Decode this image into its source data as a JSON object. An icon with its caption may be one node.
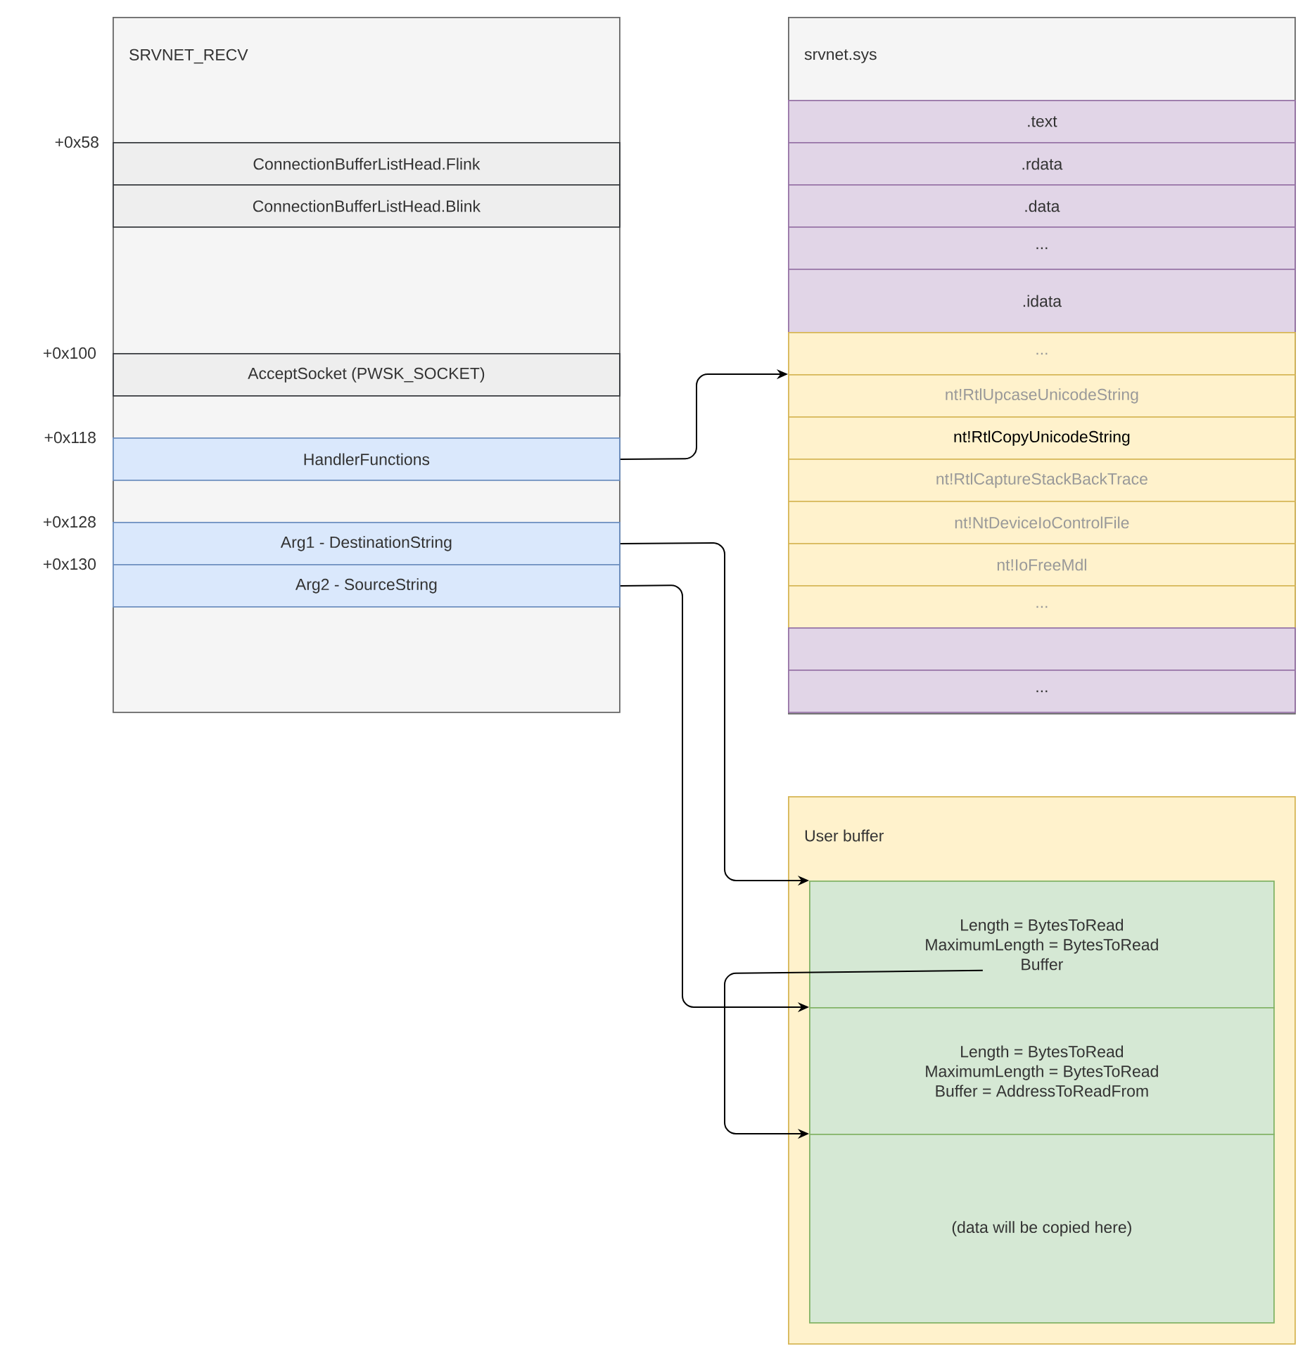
{
  "diagram": {
    "nodes": [
      {
        "text": [
          "SRVNET_RECV"
        ]
      },
      {
        "text": [
          "ConnectionBufferListHead.Flink"
        ],
        "in": 0
      },
      {
        "text": [
          "ConnectionBufferListHead.Blink"
        ],
        "in": 0
      },
      {
        "text": [
          "AcceptSocket (PWSK_SOCKET)"
        ],
        "in": 0
      },
      {
        "text": [
          "HandlerFunctions"
        ],
        "in": 0
      },
      {
        "text": [
          "Arg1 - DestinationString"
        ],
        "in": 0
      },
      {
        "text": [
          "Arg2 - SourceString"
        ],
        "in": 0
      },
      {
        "text": [
          "srvnet.sys"
        ]
      },
      {
        "text": [
          ".text"
        ],
        "in": 7
      },
      {
        "text": [
          ".rdata"
        ],
        "in": 7
      },
      {
        "text": [
          ".data"
        ],
        "in": 7
      },
      {
        "text": [
          "..."
        ],
        "in": 7
      },
      {
        "text": [
          ".idata"
        ],
        "in": 7
      },
      {
        "text": [
          "..."
        ],
        "in": 7
      },
      {
        "text": [
          "nt!RtlUpcaseUnicodeString"
        ],
        "in": 7
      },
      {
        "text": [
          "nt!RtlCopyUnicodeString"
        ],
        "in": 7
      },
      {
        "text": [
          "nt!RtlCaptureStackBackTrace"
        ],
        "in": 7
      },
      {
        "text": [
          "nt!NtDeviceIoControlFile"
        ],
        "in": 7
      },
      {
        "text": [
          "nt!IoFreeMdl"
        ],
        "in": 7
      },
      {
        "text": [
          "..."
        ],
        "in": 7
      },
      {
        "text": [],
        "shape": "box",
        "in": 7
      },
      {
        "text": [
          "..."
        ],
        "in": 7
      },
      {
        "text": [
          "User buffer"
        ]
      },
      {
        "text": [
          "Length = BytesToRead",
          "MaximumLength = BytesToRead",
          "Buffer"
        ],
        "in": 22
      },
      {
        "text": [
          "Length = BytesToRead",
          "MaximumLength = BytesToRead",
          "Buffer = AddressToReadFrom"
        ],
        "in": 22
      },
      {
        "text": [
          "(data will be copied here)"
        ],
        "in": 22
      }
    ],
    "edges": [
      {
        "from": 4,
        "to": 14,
        "arrow": "to"
      },
      {
        "from": 5,
        "to": 23,
        "arrow": "to"
      },
      {
        "from": 6,
        "to": 24,
        "arrow": "to"
      },
      {
        "from": 23,
        "to": 25,
        "arrow": "to"
      }
    ],
    "labels": [
      "+0x58",
      "+0x100",
      "+0x118",
      "+0x128",
      "+0x130"
    ]
  }
}
